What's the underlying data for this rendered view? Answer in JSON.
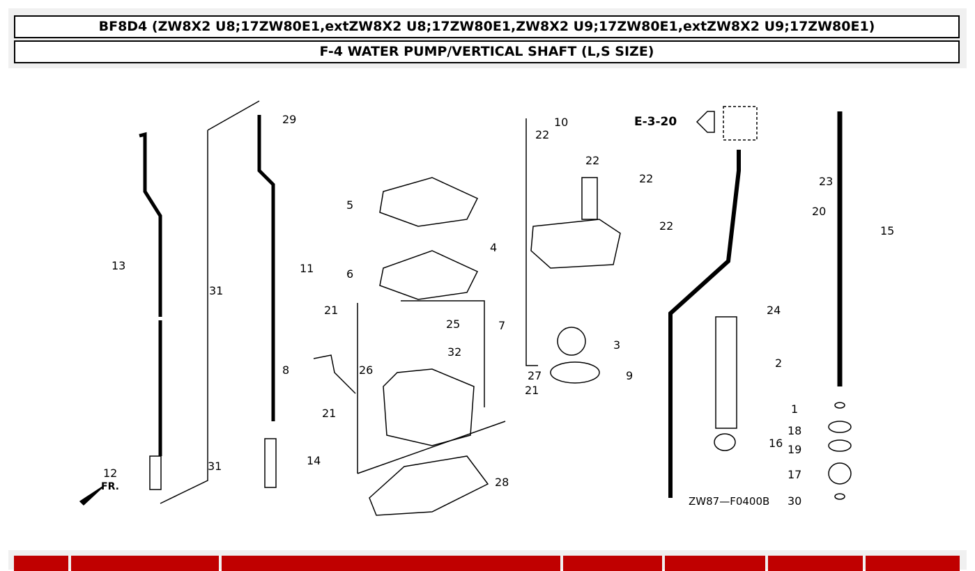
{
  "header": {
    "model_line": "BF8D4 (ZW8X2 U8;17ZW80E1,extZW8X2 U8;17ZW80E1,ZW8X2 U9;17ZW80E1,extZW8X2 U9;17ZW80E1)",
    "section_title": "F-4 WATER PUMP/VERTICAL SHAFT (L,S SIZE)"
  },
  "diagram": {
    "ref_label": "E-3-20",
    "code": "ZW87—F0400B",
    "fr_label": "FR.",
    "callouts": [
      "29",
      "13",
      "31",
      "11",
      "5",
      "6",
      "21",
      "25",
      "7",
      "32",
      "26",
      "8",
      "21",
      "12",
      "31",
      "14",
      "28",
      "10",
      "22",
      "22",
      "22",
      "22",
      "4",
      "3",
      "27",
      "21",
      "9",
      "2",
      "16",
      "23",
      "20",
      "15",
      "24",
      "1",
      "18",
      "19",
      "17",
      "30"
    ]
  },
  "table_header": {
    "columns": [
      "",
      "",
      "",
      "",
      "",
      "",
      ""
    ]
  }
}
